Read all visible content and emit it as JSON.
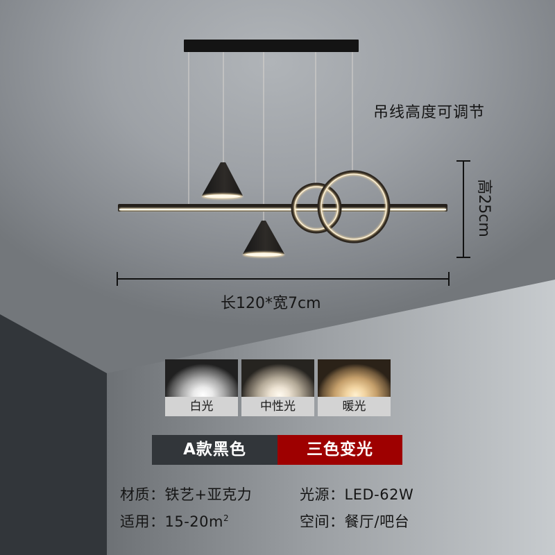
{
  "product": {
    "adjustable_note": "吊线高度可调节",
    "height_label": "高25cm",
    "size_label": "长120*宽7cm"
  },
  "light_modes": [
    {
      "label": "白光",
      "tone": "white"
    },
    {
      "label": "中性光",
      "tone": "neutral"
    },
    {
      "label": "暖光",
      "tone": "warm"
    }
  ],
  "variant": {
    "style_label": "A款黑色",
    "light_label": "三色变光"
  },
  "specs": {
    "material_key": "材质：",
    "material_value": "铁艺+亚克力",
    "source_key": "光源：",
    "source_value": "LED-62W",
    "area_key": "适用：",
    "area_value": "15-20m",
    "area_sup": "2",
    "space_key": "空间：",
    "space_value": "餐厅/吧台"
  },
  "colors": {
    "dark_wall": "#32363a",
    "accent_red": "#9e0000",
    "button_dark": "#32363a",
    "caption_bg": "#d3d3d3"
  }
}
